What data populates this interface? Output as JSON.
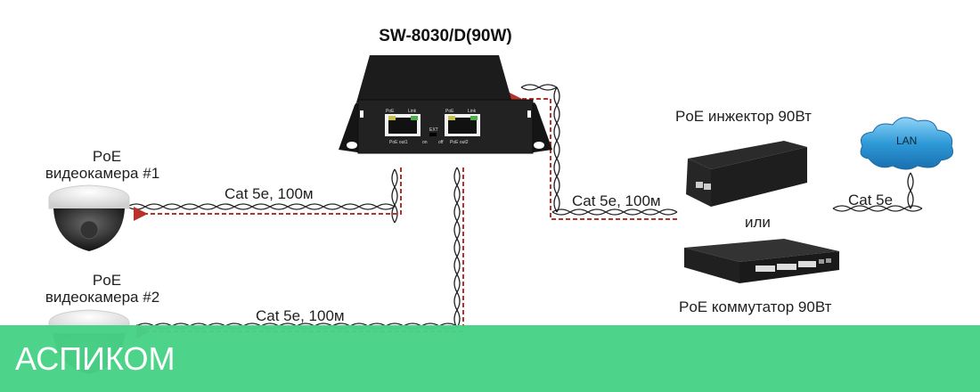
{
  "diagram": {
    "title": "SW-8030/D(90W)",
    "switch_device": {
      "port_labels": [
        "PoE",
        "Link",
        "PoE",
        "Link"
      ],
      "port_names": [
        "PoE out1",
        "PoE out2"
      ],
      "ext_label": "EXT",
      "switch_on": "on",
      "switch_off": "off"
    },
    "cameras": [
      {
        "line1": "PoE",
        "line2": "видеокамера #1"
      },
      {
        "line1": "PoE",
        "line2": "видеокамера #2"
      }
    ],
    "cable_labels": {
      "camera1": "Cat 5e, 100м",
      "camera2": "Cat 5e, 100м",
      "uplink": "Cat 5e, 100м",
      "lan": "Cat 5e"
    },
    "injector_label": "PoE инжектор 90Вт",
    "or_label": "или",
    "poe_switch_label": "PoE коммутатор 90Вт",
    "cloud_label": "LAN",
    "colors": {
      "power_arrow": "#b8322a",
      "banner": "#48d286",
      "cloud": "#2b8fd0"
    }
  },
  "banner": {
    "text": "АСПИКОМ"
  }
}
